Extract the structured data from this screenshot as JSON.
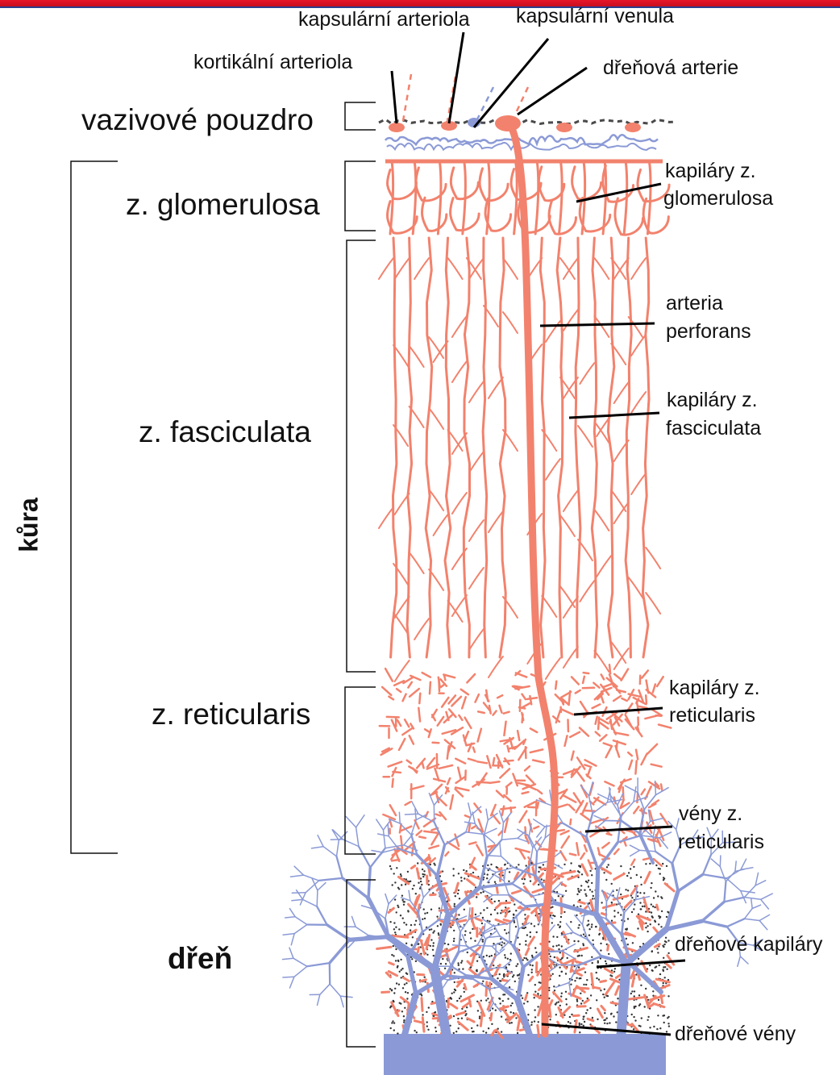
{
  "colors": {
    "artery": "#f2826d",
    "vein": "#8b9ad6",
    "capsule_dark": "#4a4a4a",
    "header_bar": "#e7152a",
    "header_rule": "#2b3f8f"
  },
  "zones": {
    "capsule": "vazivové pouzdro",
    "glomerulosa": "z. glomerulosa",
    "fasciculata": "z. fasciculata",
    "reticularis": "z. reticularis",
    "cortex": "kůra",
    "medulla": "dřeň"
  },
  "top_labels": {
    "capsular_arteriole": "kapsulární arteriola",
    "capsular_venule": "kapsulární venula",
    "cortical_arteriole": "kortikální arteriola",
    "medullary_artery": "dřeňová arterie"
  },
  "right_labels": {
    "glomerulosa_capillaries_1": "kapiláry z.",
    "glomerulosa_capillaries_2": "glomerulosa",
    "perforating_artery_1": "arteria",
    "perforating_artery_2": "perforans",
    "fasciculata_capillaries_1": "kapiláry z.",
    "fasciculata_capillaries_2": "fasciculata",
    "reticularis_capillaries_1": "kapiláry z.",
    "reticularis_capillaries_2": "reticularis",
    "reticularis_veins_1": "vény z.",
    "reticularis_veins_2": "reticularis",
    "medullary_capillaries": "dřeňové kapiláry",
    "medullary_veins": "dřeňové vény"
  }
}
